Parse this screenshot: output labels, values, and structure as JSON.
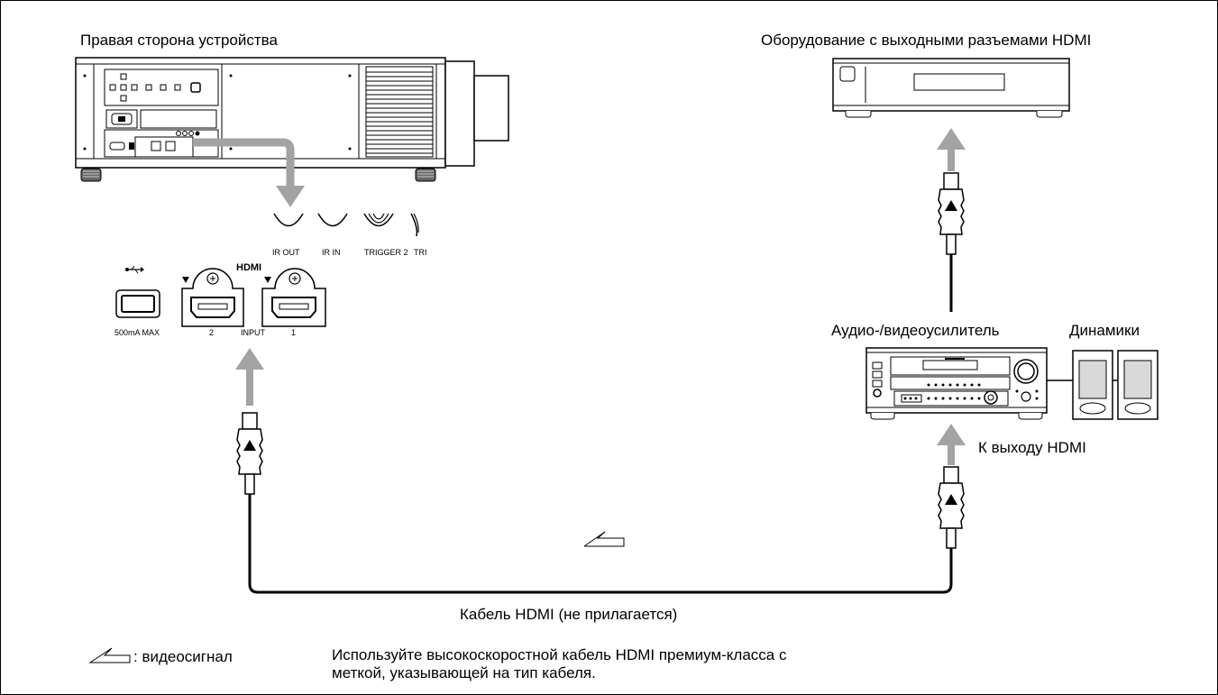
{
  "labels": {
    "projector_side": "Правая сторона устройства",
    "hdmi_source": "Оборудование с выходными разъемами HDMI",
    "av_amplifier": "Аудио-/видеоусилитель",
    "speakers": "Динамики",
    "to_hdmi_output": "К выходу HDMI",
    "hdmi_cable": "Кабель HDMI (не прилагается)"
  },
  "legend": {
    "video_signal": ": видеосигнал"
  },
  "note": {
    "line1": "Используйте высокоскоростной кабель HDMI премиум-класса с",
    "line2": "меткой, указывающей на тип кабеля."
  },
  "panel": {
    "ir_out": "IR OUT",
    "ir_in": "IR IN",
    "trigger2": "TRIGGER 2",
    "trigger_partial": "TRI",
    "hdmi_logo": "HDMI",
    "usb_rating": "500mA MAX",
    "input2_number": "2",
    "input_label": "INPUT",
    "input1_number": "1"
  },
  "colors": {
    "arrow_gray": "#a3a3a3",
    "line": "#000000",
    "device_fill": "#ffffff",
    "speaker_panel": "#d9d9d9"
  }
}
